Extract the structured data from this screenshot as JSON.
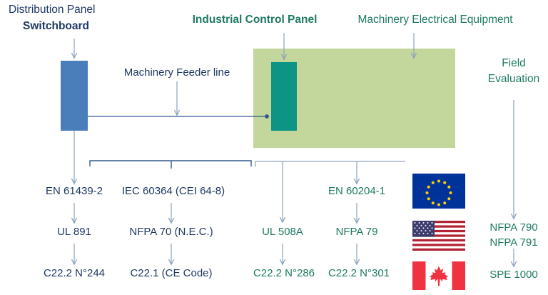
{
  "diagram": {
    "title_top_left": {
      "line1": "Distribution Panel",
      "line2": "Switchboard"
    },
    "title_icp": "Industrial Control Panel",
    "title_mee": "Machinery Electrical Equipment",
    "title_field_eval": {
      "line1": "Field",
      "line2": "Evaluation"
    },
    "feeder_label": "Machinery Feeder line"
  },
  "columns": {
    "en61439": {
      "r1": "EN 61439-2",
      "r2": "UL 891",
      "r3": "C22.2 N°244"
    },
    "iec60364": {
      "r1": "IEC 60364 (CEI 64-8)",
      "r2": "NFPA 70 (N.E.C.)",
      "r3": "C22.1 (CE Code)"
    },
    "ul508a": {
      "r1": "",
      "r2": "UL 508A",
      "r3": "C22.2 N°286"
    },
    "en60204": {
      "r1": "EN 60204-1",
      "r2": "NFPA 79",
      "r3": "C22.2 N°301"
    },
    "field": {
      "r1": "NFPA 790",
      "r2": "NFPA 791",
      "r3": "SPE 1000"
    }
  },
  "flags": {
    "eu": "eu-flag",
    "us": "us-flag",
    "ca": "ca-flag"
  },
  "colors": {
    "navy_text": "#1F3864",
    "teal_text": "#1F7A63",
    "blue_box": "#4A7EBB",
    "green_panel": "#C3D69B",
    "teal_box": "#0E9484",
    "connector_navy": "#31588F",
    "connector_gray": "#8DA3BC",
    "eu_blue": "#003399",
    "eu_star": "#FFCC00",
    "us_red": "#B22234",
    "us_blue": "#3C3B6E",
    "ca_red": "#EF3340"
  }
}
